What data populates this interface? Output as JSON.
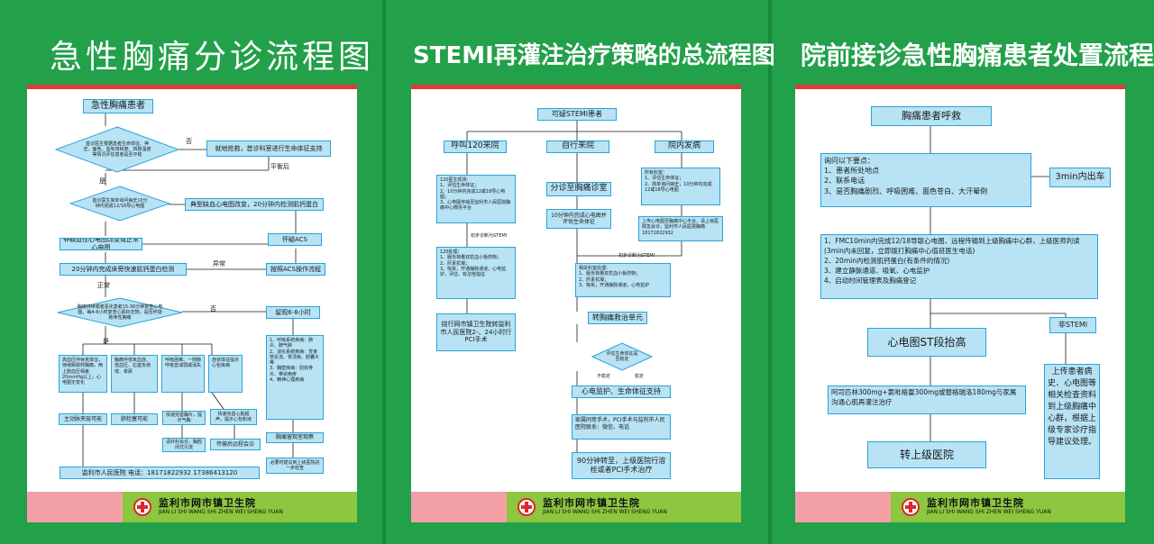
{
  "panel1": {
    "title": "急性胸痛分诊流程图",
    "start": "急性胸痛患者",
    "diamond1": "首诊医生根据患者生命体征、神志、面色、血氧饱和度、四肢温度等情况评估患者是否平稳",
    "no_label1": "否",
    "rescue": "就地抢救，首诊科室进行生命体征支持",
    "stable_label": "平衡后",
    "yes_label1": "是",
    "diamond2": "首诊医生简单询问病史10分钟内完成12/18导心电图",
    "typical": "典型缺血心电图改变，20分钟内检测肌钙蛋白",
    "nonischemic": "非缺血性心电图改变或正常心电图",
    "suspect_acs": "怀疑ACS",
    "troponin": "20分钟内完成床旁快速肌钙蛋白检测",
    "abnormal_label": "异常",
    "acs_flow": "按照ACS操作流程",
    "normal_label": "正常",
    "diamond3": "胸痛持续或者恶化患者15-30分钟复查心电图，每4-6小时复查心肌标志物，是否怀疑致命性胸痛",
    "no_label2": "否",
    "observe": "留观6-8小时",
    "yes_label2": "是",
    "c1": "高血压伴休克体征，持续撕裂样胸痛，两上肢血压相差20mmHg以上，心电图无变化",
    "c2": "胸痛伴低氧血症、低血压、右室负荷增、晕厥",
    "c3": "呼吸困难、一侧肺呼吸音减弱或消失",
    "c4": "症状体征提示心包疾病",
    "c5": "1、呼吸系统疾病：肺炎、肺气肿\n2、消化系统疾病：胃食管反流、胃溃疡、胆囊炎等\n3、胸壁疾病：肋软骨炎、带状疱疹\n4、精神心理疾病",
    "r1": "主动脉夹层可能",
    "r2": "肺栓塞可能",
    "r3a": "快速完善胸片，提示气胸",
    "r3b": "请外科会诊，胸腔闭式引流",
    "r4a": "快速完善心脏超声，提示心包积液",
    "r4b": "传输后远程会诊",
    "obs": "胸痛留观室观察",
    "discharge": "必要时建议到上级医院进一步检查",
    "contact": "监利市人民医院  电话：18171822932   17386413120"
  },
  "panel2": {
    "title": "STEMI再灌注治疗策略的总流程图",
    "start": "可疑STEMI患者",
    "a": "呼叫120来院",
    "b": "自行来院",
    "c": "院内发病",
    "a1": "120医生现场：\n1、评估生命体征；\n2、10分钟内完成12或18导心电图；\n3、心电图传输至监利市人民医院胸痛中心微信平台",
    "b1": "分诊至胸痛诊室",
    "b2": "10分钟内完成心电图并评估生命体征",
    "c1": "所有科室：\n1、评估生命体征；\n2、简单询问病史，10分钟内完成12或18导心电图",
    "c2": "上传心电图至胸痛中心平台，请上级医院急会诊，监利市人民医院胸痛 18171822932",
    "dx1": "初步诊断为STEMI",
    "dx2": "初步诊断为STEMI",
    "a2": "120处理：\n1、服负荷量双抗血小板药物；\n2、肝素抗凝；\n3、吸氧，开通静脉通道，心电监护，评估、有溶栓指征",
    "a3": "绕行网市镇卫生院转监利市人民医院2-、24小时行PCI手术",
    "m1": "相关科室处理：\n1、服负荷量双抗血小板药物；\n2、肝素抗凝；\n3、吸氧，开通静脉通道，心电监护",
    "m2": "转胸痛救治单元",
    "md": "评估生命体征是否稳定",
    "unstable": "不稳定",
    "stable": "稳定",
    "m3": "心电监护、生命体征支持",
    "m4": "家属同意手术，PCI手术与监利市人民医院联系：微信、电话",
    "m5": "90分钟转至，上级医院行溶栓或者PCI手术治疗"
  },
  "panel3": {
    "title": "院前接诊急性胸痛患者处置流程",
    "start": "胸痛患者呼救",
    "ask": "询问以下要点：\n1、患者所处地点\n2、联系电话\n3、是否胸痛剧烈、呼吸困难、面色苍白、大汗晕倒",
    "dispatch": "3min内出车",
    "steps": "1、FMC10min内完成12/18导联心电图、远程传输到上级胸痛中心群，上级医师判读(3min内未回复，立即拨打胸痛中心值班医生电话)\n2、20min内检测肌钙蛋白(有条件的情况)\n3、建立静脉通道、吸氧、心电监护\n4、启动时间管理表及胸痛登记",
    "st": "心电图ST段抬高",
    "nonstemi": "非STEMI",
    "drug": "阿司匹林300mg+氯吡格雷300mg或替格瑞洛180mg与家属沟通心肌再灌注治疗",
    "upload": "上传患者病史、心电图等相关检查资料到上级胸痛中心群，根据上级专家诊疗指导建议处理。",
    "transfer": "转上级医院"
  },
  "footer": {
    "hospital": "监利市网市镇卫生院",
    "pinyin": "JIAN LI SHI WANG SHI ZHEN WEI SHENG YUAN"
  },
  "colors": {
    "background": "#22a04a",
    "box_fill": "#b7e3f5",
    "box_border": "#2aa3d9",
    "accent_bar": "#e23a3a",
    "footer_pink": "#f2a0a6",
    "footer_green": "#8dc63f"
  }
}
